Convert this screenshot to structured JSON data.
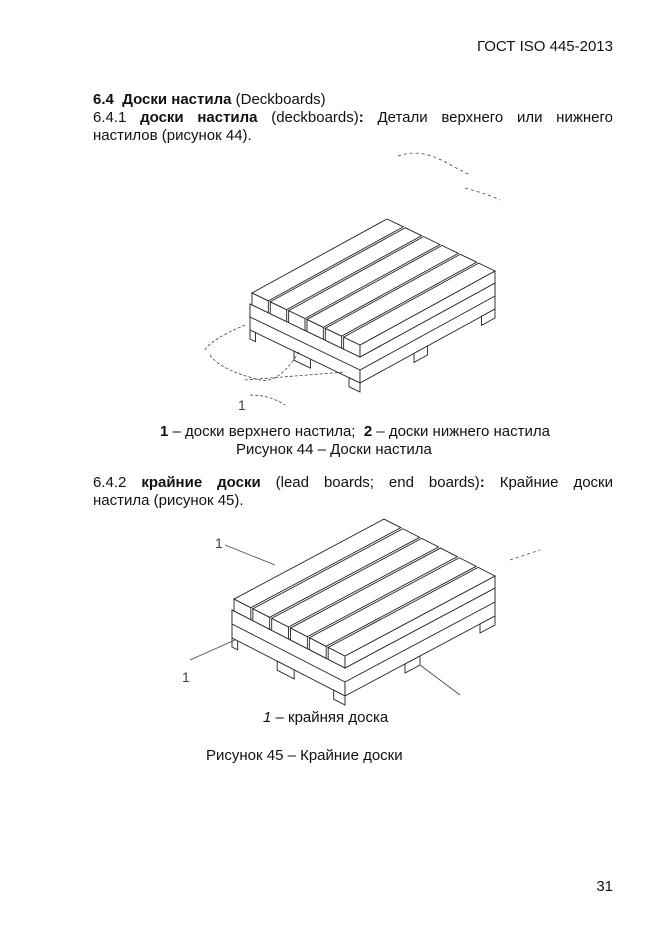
{
  "header": {
    "standard": "ГОСТ ISO 445-2013"
  },
  "section": {
    "number": "6.4",
    "title": "Доски настила",
    "title_en": "(Deckboards)"
  },
  "clause_641": {
    "number": "6.4.1",
    "term": "доски настила",
    "term_en": "(deckboards)",
    "colon": ":",
    "text_line1": "Детали верхнего или нижнего",
    "text_line2": "настилов (рисунок 44)."
  },
  "figure44": {
    "label_1": "1",
    "legend_1_num": "1",
    "legend_1_text": "– доски верхнего настила;",
    "legend_2_num": "2",
    "legend_2_text": "– доски нижнего настила",
    "caption": "Рисунок 44 – Доски настила"
  },
  "clause_642": {
    "number": "6.4.2",
    "term": "крайние доски",
    "term_en": "(lead boards; end boards)",
    "colon": ":",
    "text_line1": "Крайние доски",
    "text_line2": "настила (рисунок 45)."
  },
  "figure45": {
    "label_1a": "1",
    "label_1b": "1",
    "legend_num": "1",
    "legend_text": "– крайняя доска",
    "caption": "Рисунок 45 – Крайние доски"
  },
  "footer": {
    "page_number": "31"
  }
}
